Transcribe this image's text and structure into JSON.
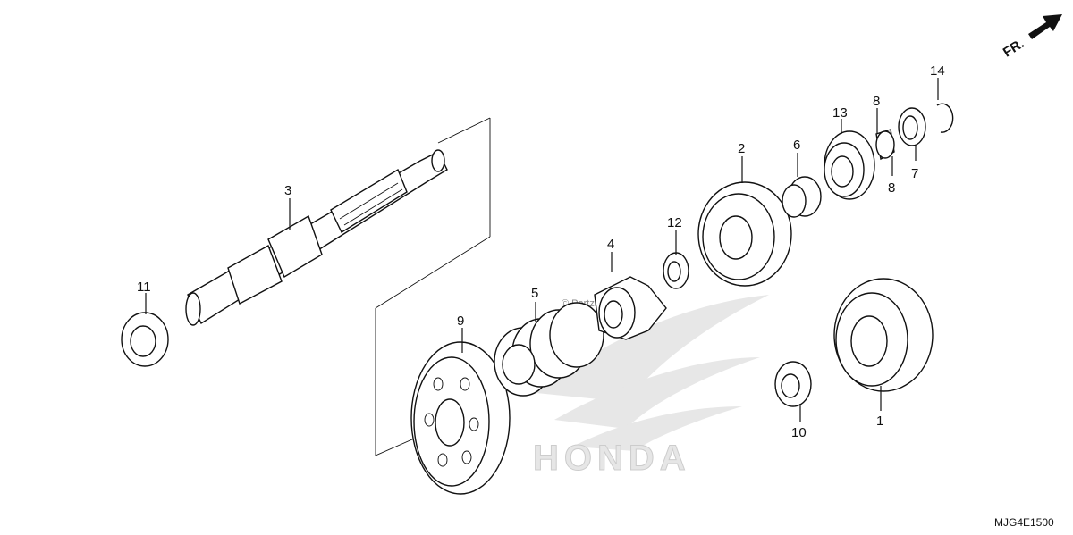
{
  "direction_label": "FR.",
  "diagram_code": "MJG4E1500",
  "watermark_text": "© Partzilla.com",
  "watermark_logo": "HONDA",
  "callouts": {
    "c1": "1",
    "c2": "2",
    "c3": "3",
    "c4": "4",
    "c5": "5",
    "c6": "6",
    "c7": "7",
    "c8a": "8",
    "c8b": "8",
    "c9": "9",
    "c10": "10",
    "c11": "11",
    "c12": "12",
    "c13": "13",
    "c14": "14"
  },
  "icons": {
    "direction_arrow": "arrow-right-up-icon"
  }
}
